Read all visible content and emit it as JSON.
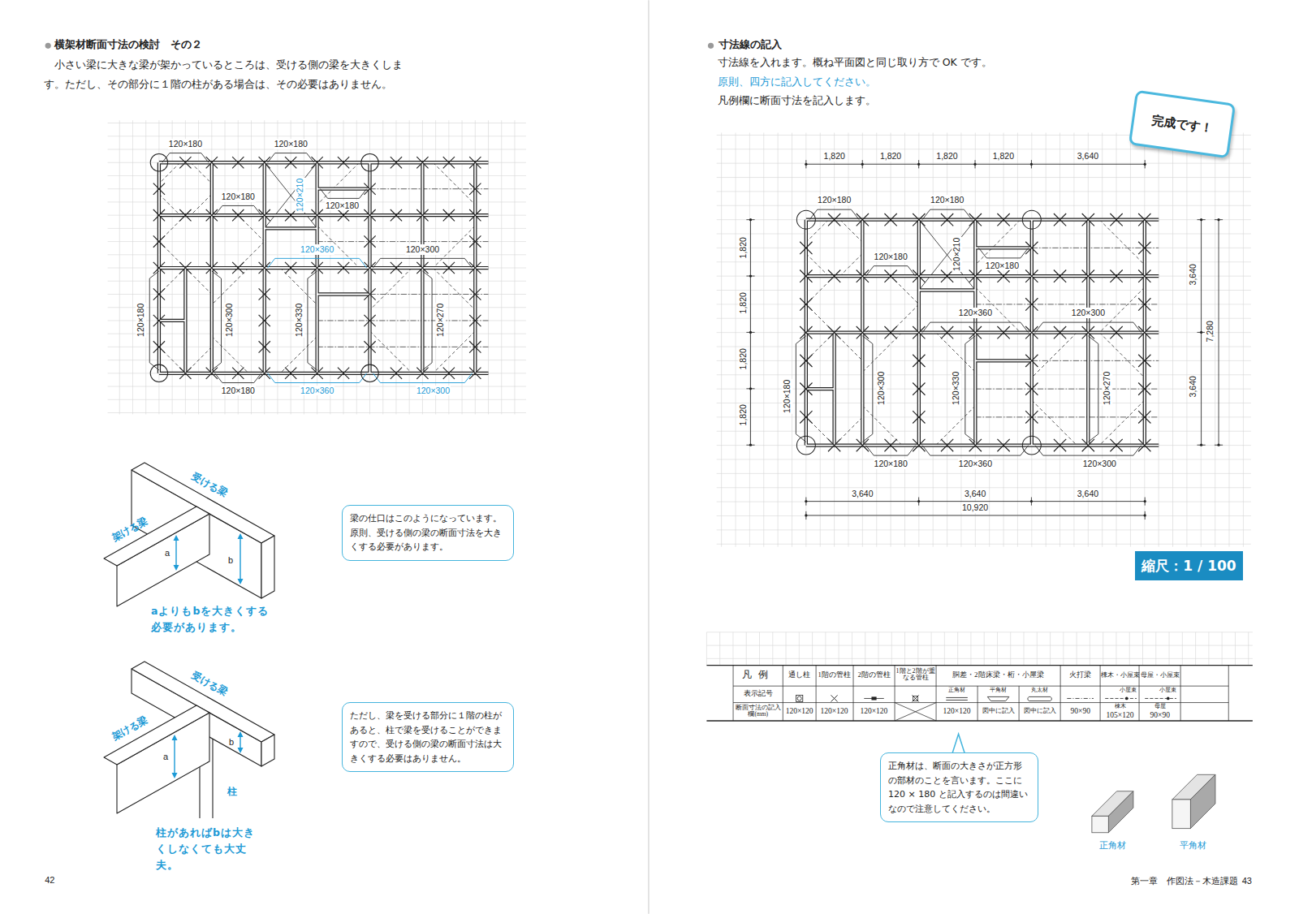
{
  "diagram": {
    "nodes": [
      {
        "text": [
          "梁の仕口はこのようになっています。原則、受ける側の梁の断面寸法を大きくする必要があります。"
        ]
      },
      {
        "text": [
          "ただし、梁を受ける部分に１階の柱があると、柱で梁を受けることができますので、受ける側の梁の断面寸法は大きくする必要はありません。"
        ]
      },
      {
        "text": [
          "完成です！"
        ]
      },
      {
        "text": [
          "縮尺：1 / 100"
        ]
      },
      {
        "text": [
          "正角材は、断面の大きさが正方形の部材のことを言います。ここに 120 × 180 と記入するのは間違いなので注意してください。"
        ]
      }
    ],
    "labels": [
      "横架材断面寸法の検討　その２",
      "小さい梁に大きな梁が架かっているところは、受ける側の梁を大きくします。ただし、その部分に１階の柱がある場合は、その必要はありません。",
      "120×180",
      "120×180",
      "120×180",
      "120×210",
      "120×180",
      "120×360",
      "120×300",
      "120×180",
      "120×300",
      "120×330",
      "120×270",
      "120×180",
      "120×360",
      "120×300",
      "受ける梁",
      "架ける梁",
      "a",
      "b",
      "aよりもbを大きくする必要があります。",
      "受ける梁",
      "架ける梁",
      "a",
      "b",
      "柱",
      "柱があればbは大きくしなくても大丈夫。",
      "42",
      "寸法線の記入",
      "寸法線を入れます。概ね平面図と同じ取り方で OK です。",
      "原則、四方に記入してください。",
      "凡例欄に断面寸法を記入します。",
      "1,820",
      "1,820",
      "1,820",
      "1,820",
      "3,640",
      "1,820",
      "1,820",
      "1,820",
      "1,820",
      "3,640",
      "3,640",
      "7,280",
      "3,640",
      "3,640",
      "3,640",
      "10,920",
      "120×180",
      "120×180",
      "120×180",
      "120×210",
      "120×180",
      "120×360",
      "120×300",
      "120×180",
      "120×300",
      "120×330",
      "120×270",
      "120×180",
      "120×360",
      "120×300",
      "凡例",
      "通し柱",
      "1階の管柱",
      "2階の管柱",
      "1階と2階が重なる管柱",
      "胴差・2階床梁・桁・小屋梁",
      "火打梁",
      "棟木・小屋束",
      "母屋・小屋束",
      "表示記号",
      "正角材",
      "平角材",
      "丸太材",
      "小屋束",
      "小屋束",
      "断面寸法の記入欄(mm)",
      "120×120",
      "120×120",
      "120×120",
      "120×120",
      "図中に記入",
      "図中に記入",
      "90×90",
      "棟木",
      "105×120",
      "母屋",
      "90×90",
      "正角材",
      "平角材",
      "第一章　作図法－木造課題",
      "43"
    ]
  }
}
